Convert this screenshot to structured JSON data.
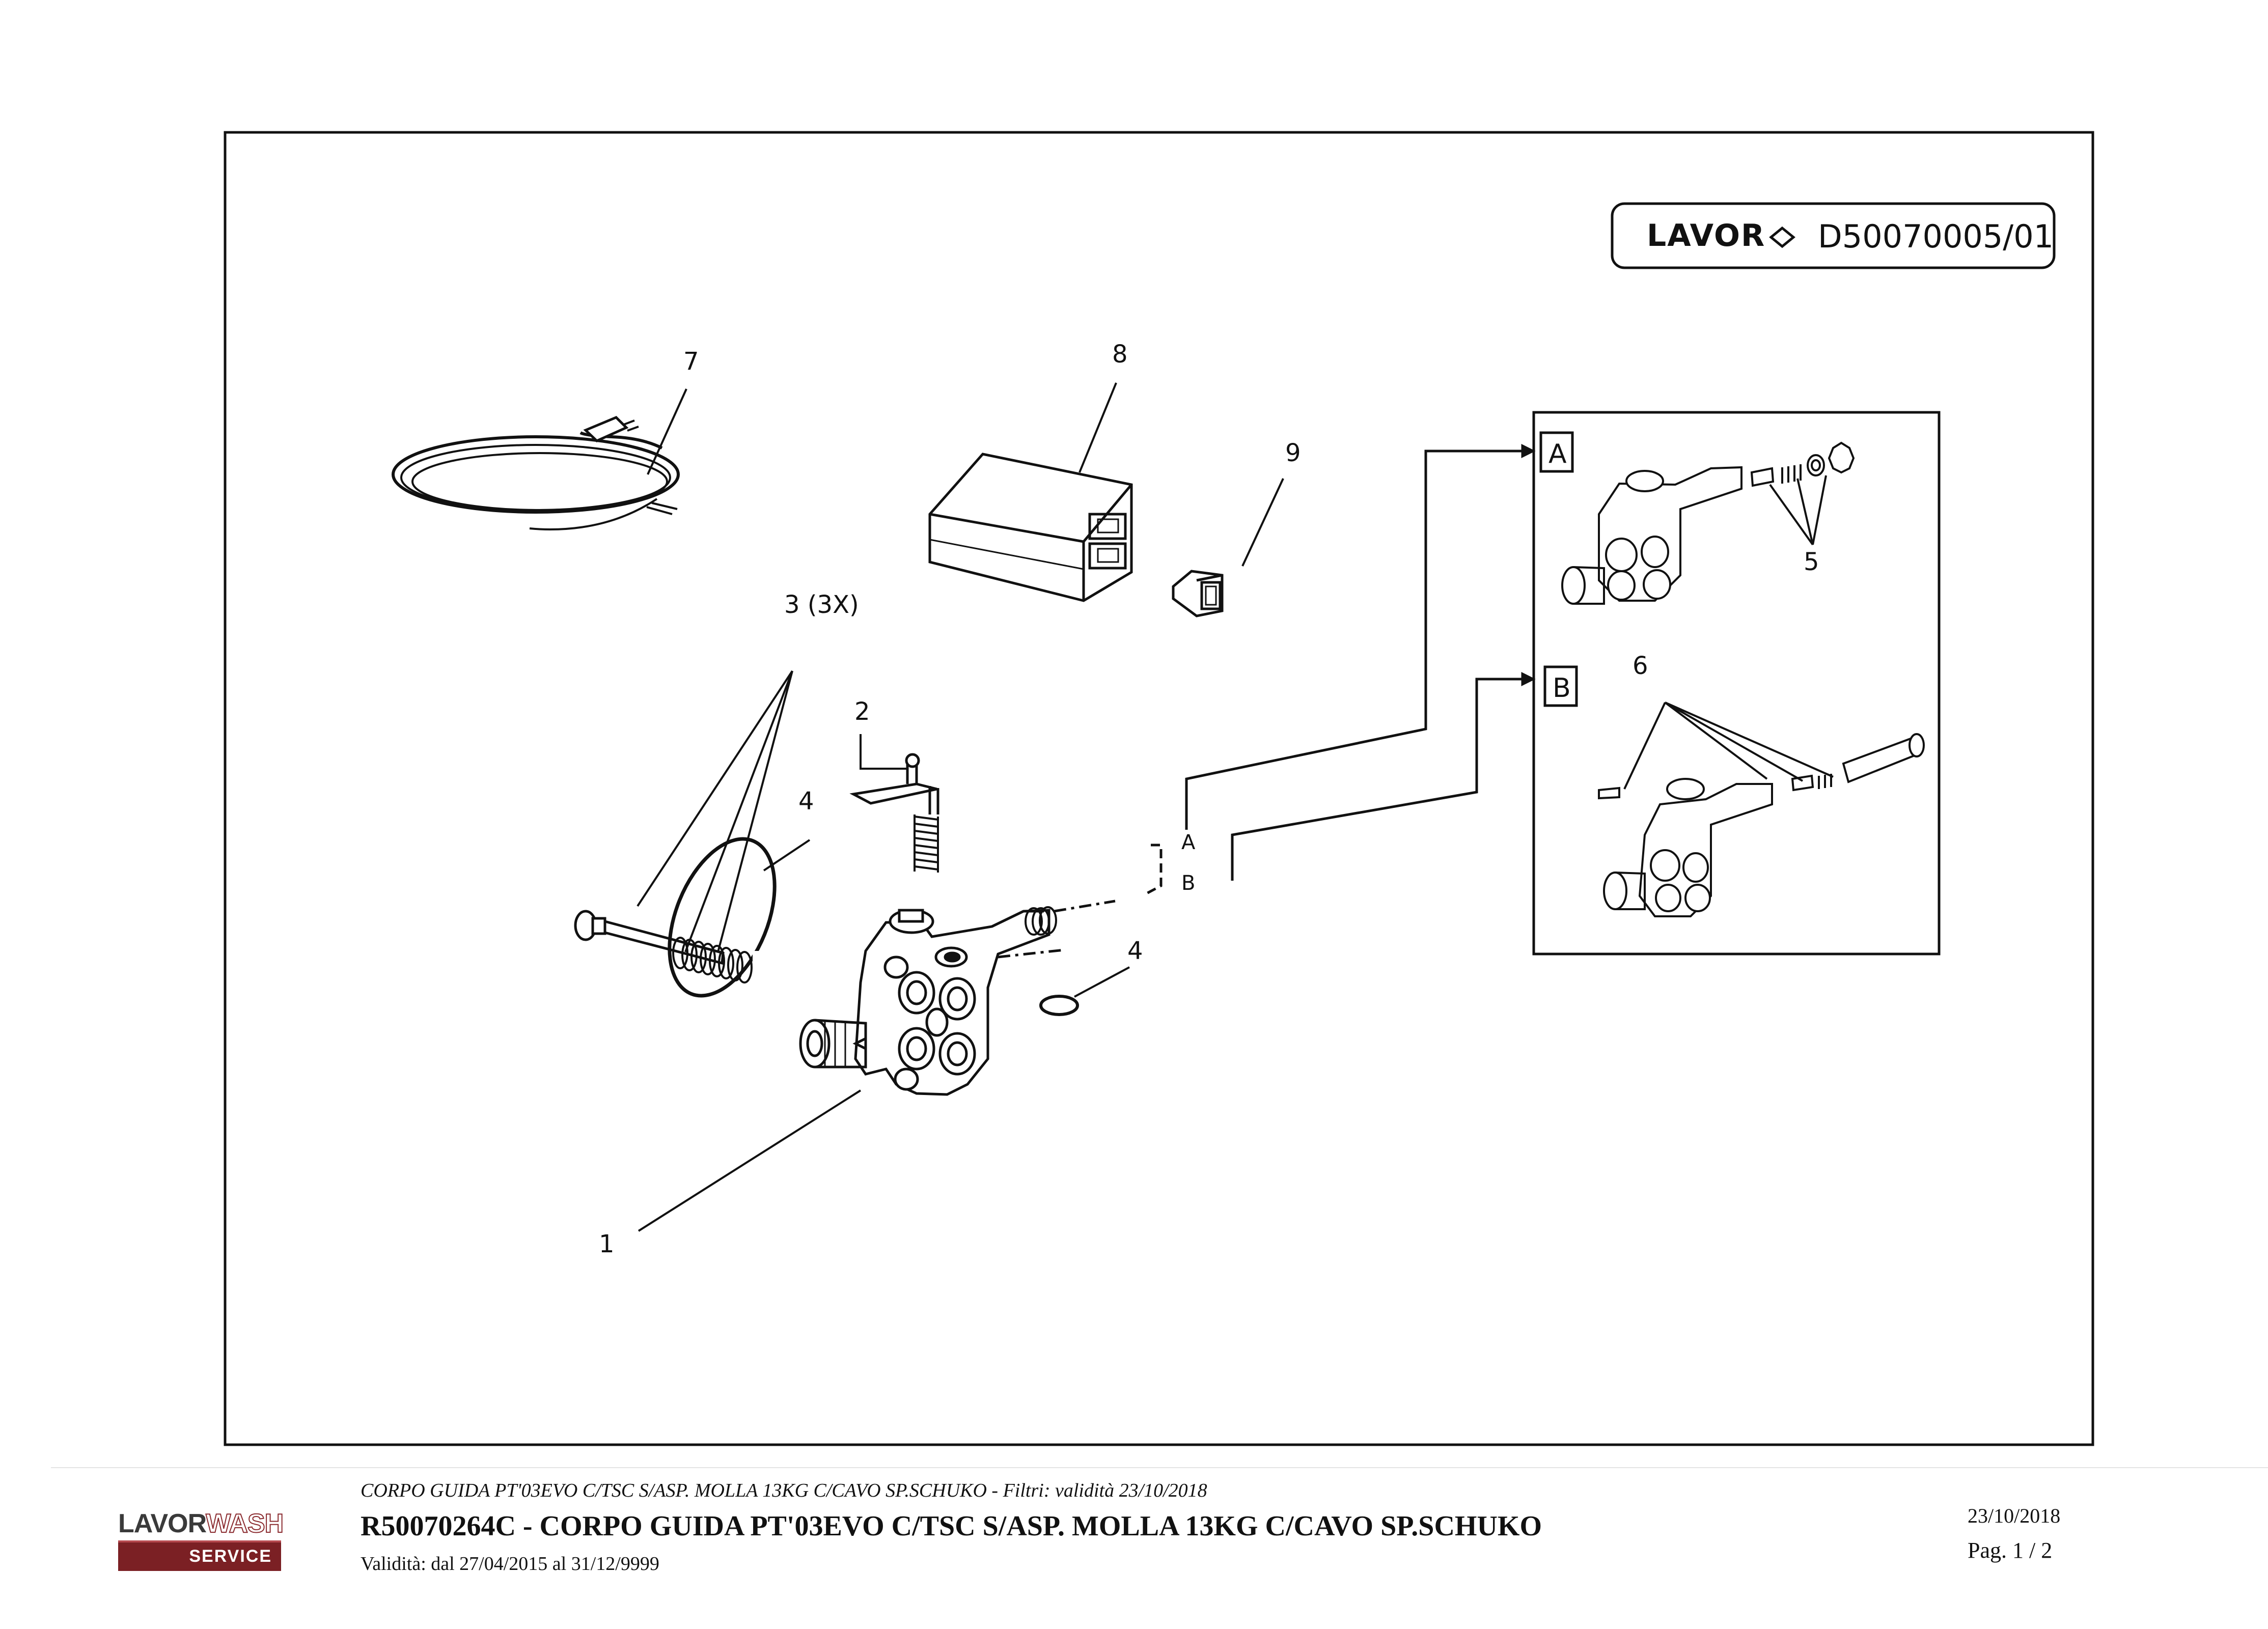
{
  "drawing": {
    "brand": "LAVOR",
    "drawing_code": "D50070005/01",
    "callouts": {
      "c1": "1",
      "c2": "2",
      "c3": "3 (3X)",
      "c4a": "4",
      "c4b": "4",
      "c5": "5",
      "c6": "6",
      "c7": "7",
      "c8": "8",
      "c9": "9"
    },
    "connectors": {
      "a": "A",
      "b": "B"
    },
    "detail_a": "A",
    "detail_b": "B"
  },
  "footer": {
    "logo_word_a": "LAVOR",
    "logo_word_b": "WASH",
    "logo_band": "SERVICE",
    "subtitle": "CORPO GUIDA PT'03EVO C/TSC S/ASP. MOLLA 13KG C/CAVO SP.SCHUKO - Filtri: validità 23/10/2018",
    "title": "R50070264C - CORPO GUIDA PT'03EVO C/TSC S/ASP. MOLLA 13KG C/CAVO SP.SCHUKO",
    "validity": "Validità: dal 27/04/2015 al 31/12/9999",
    "date": "23/10/2018",
    "page": "Pag. 1 / 2"
  }
}
